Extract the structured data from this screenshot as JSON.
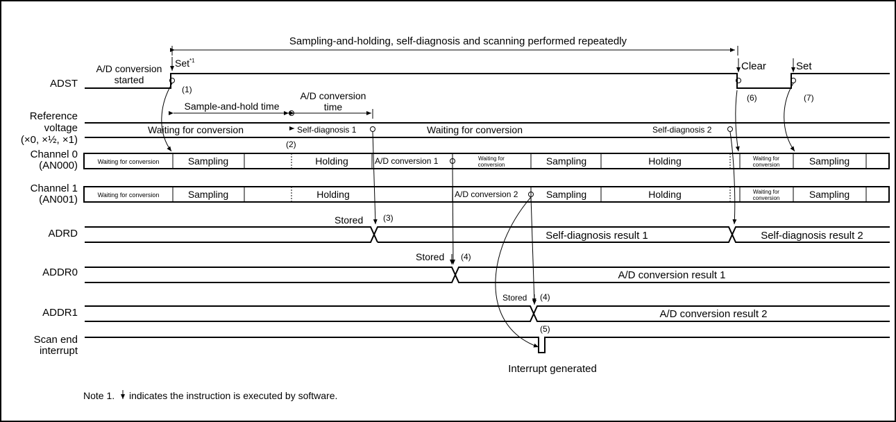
{
  "banner": "Sampling-and-holding, self-diagnosis and scanning performed repeatedly",
  "signals": {
    "adst": "ADST",
    "ref_1": "Reference",
    "ref_2": "voltage",
    "ref_3": "(×0, ×½, ×1)",
    "ch0_1": "Channel 0",
    "ch0_2": "(AN000)",
    "ch1_1": "Channel 1",
    "ch1_2": "(AN001)",
    "adrd": "ADRD",
    "addr0": "ADDR0",
    "addr1": "ADDR1",
    "scan_1": "Scan end",
    "scan_2": "interrupt"
  },
  "adst": {
    "started_1": "A/D conversion",
    "started_2": "started",
    "set_note": "Set",
    "note_mark": "*1",
    "clear": "Clear",
    "set": "Set"
  },
  "timing": {
    "sample_hold": "Sample-and-hold time",
    "conv_1": "A/D conversion",
    "conv_2": "time"
  },
  "reference": {
    "wait_1": "Waiting for conversion",
    "selfdiag_1": "Self-diagnosis 1",
    "wait_2": "Waiting for conversion",
    "selfdiag_2": "Self-diagnosis 2"
  },
  "channel0": {
    "wait": "Waiting for conversion",
    "sampling_1": "Sampling",
    "holding_1": "Holding",
    "conv": "A/D conversion 1",
    "wait2_1": "Waiting for",
    "wait2_2": "conversion",
    "sampling_2": "Sampling",
    "holding_2": "Holding",
    "wait3_1": "Waiting for",
    "wait3_2": "conversion",
    "sampling_3": "Sampling"
  },
  "channel1": {
    "wait": "Waiting for conversion",
    "sampling_1": "Sampling",
    "holding_1": "Holding",
    "conv": "A/D conversion 2",
    "sampling_2": "Sampling",
    "holding_2": "Holding",
    "wait2_1": "Waiting for",
    "wait2_2": "conversion",
    "sampling_3": "Sampling"
  },
  "results": {
    "stored": "Stored",
    "selfdiag_1": "Self-diagnosis result 1",
    "selfdiag_2": "Self-diagnosis result 2",
    "ad_1": "A/D conversion result 1",
    "ad_2": "A/D conversion result 2",
    "interrupt": "Interrupt generated"
  },
  "markers": {
    "m1": "(1)",
    "m2": "(2)",
    "m3": "(3)",
    "m4a": "(4)",
    "m4b": "(4)",
    "m5": "(5)",
    "m6": "(6)",
    "m7": "(7)"
  },
  "note": {
    "prefix": "Note 1.",
    "text": "indicates the instruction is executed by software."
  }
}
